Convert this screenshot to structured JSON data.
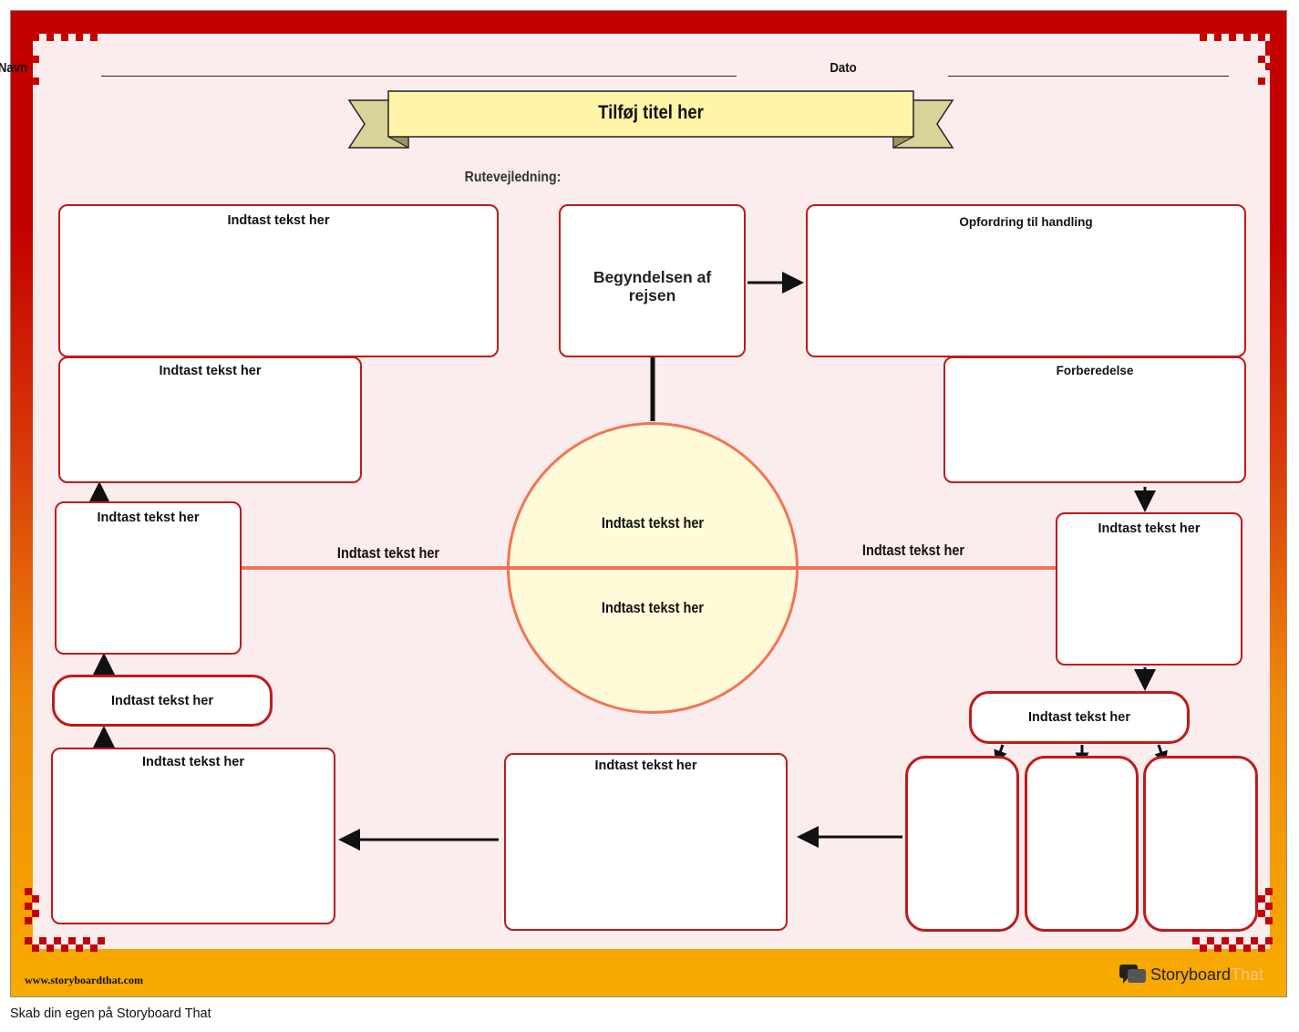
{
  "header": {
    "name_label": "Navn",
    "date_label": "Dato"
  },
  "title_banner": {
    "text": "Tilføj titel her"
  },
  "route_label": "Rutevejledning:",
  "boxes": {
    "top_left": "Indtast tekst her",
    "start": "Begyndelsen af rejsen",
    "call_to_action": "Opfordring til handling",
    "left_upper": "Indtast tekst her",
    "preparation": "Forberedelse",
    "left_middle": "Indtast tekst her",
    "right_middle": "Indtast tekst her",
    "left_pill": "Indtast tekst her",
    "right_pill": "Indtast tekst her",
    "bottom_left": "Indtast tekst her",
    "bottom_center": "Indtast tekst her"
  },
  "circle": {
    "top_text": "Indtast tekst her",
    "bottom_text": "Indtast tekst her"
  },
  "line_labels": {
    "left": "Indtast tekst her",
    "right": "Indtast tekst her"
  },
  "footer": {
    "url": "www.storyboardthat.com",
    "brand_story": "Storyboard",
    "brand_that": "That",
    "caption": "Skab din egen på Storyboard That"
  },
  "colors": {
    "frame_red": "#c40000",
    "frame_orange": "#f8ab00",
    "inner_bg": "#fbeced",
    "box_border": "#c01a1a",
    "banner_fill": "#fff4a8",
    "ribbon_fill": "#d9d39a",
    "circle_fill": "#fffbd8",
    "circle_stroke": "#f47356"
  }
}
